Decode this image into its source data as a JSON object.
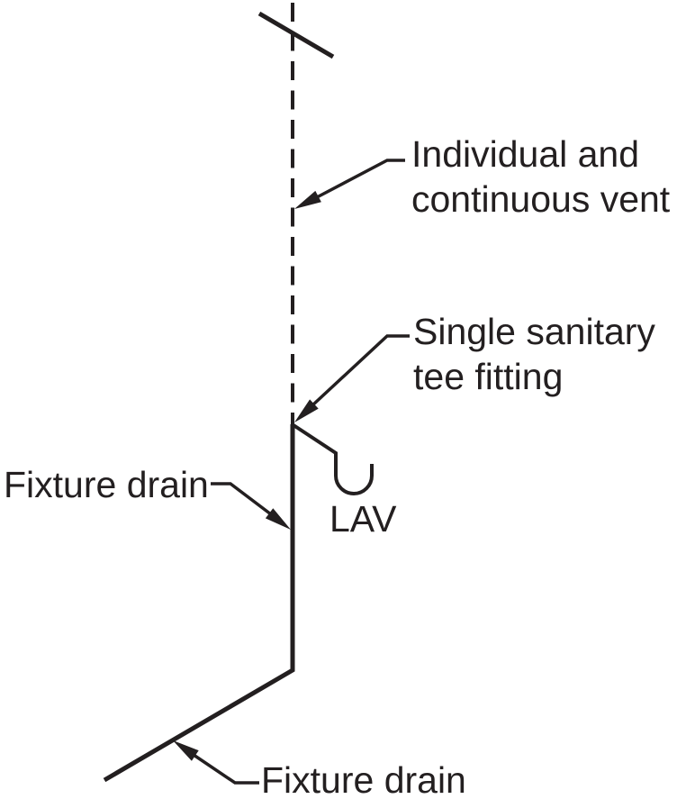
{
  "diagram": {
    "type": "plumbing-vent-schematic",
    "labels": {
      "vent_line1": "Individual and",
      "vent_line2": "continuous vent",
      "tee_line1": "Single sanitary",
      "tee_line2": "tee fitting",
      "fixture_drain_left": "Fixture drain",
      "fixture_drain_bottom": "Fixture drain",
      "lav": "LAV"
    },
    "symbols": [
      "pipe-break-symbol",
      "dashed-vent-line",
      "sanitary-tee-junction",
      "p-trap-lav-symbol",
      "drain-stack-line",
      "leader-arrows"
    ],
    "colors": {
      "ink": "#231F20",
      "background": "#FFFFFF"
    }
  }
}
